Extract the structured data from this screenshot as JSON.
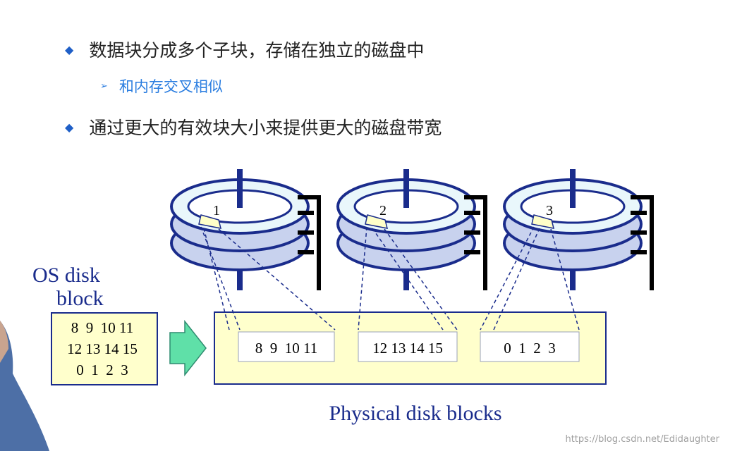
{
  "bullets": [
    {
      "text": "数据块分成多个子块，存储在独立的磁盘中"
    },
    {
      "text": "通过更大的有效块大小来提供更大的磁盘带宽"
    }
  ],
  "sub_bullets": [
    {
      "text": "和内存交叉相似"
    }
  ],
  "diagram": {
    "os_label_line1": "OS disk",
    "os_label_line2": "block",
    "os_rows": [
      "8  9  10 11",
      "12 13 14 15",
      "0  1  2  3"
    ],
    "disks": [
      {
        "label": "1",
        "blocks": "8  9  10 11"
      },
      {
        "label": "2",
        "blocks": "12 13 14 15"
      },
      {
        "label": "3",
        "blocks": "0  1  2  3"
      }
    ],
    "physical_label": "Physical disk blocks",
    "colors": {
      "platter_fill": "#c8d2ee",
      "platter_stroke": "#1a2c8c",
      "ring_fill": "#e9f7fb",
      "highlight": "#ffffc8",
      "panel_fill": "#ffffcc",
      "arrow_fill": "#5fe0a8",
      "spindle": "#1a2c8c",
      "arm": "#000000"
    }
  },
  "watermark": "https://blog.csdn.net/Edidaughter"
}
